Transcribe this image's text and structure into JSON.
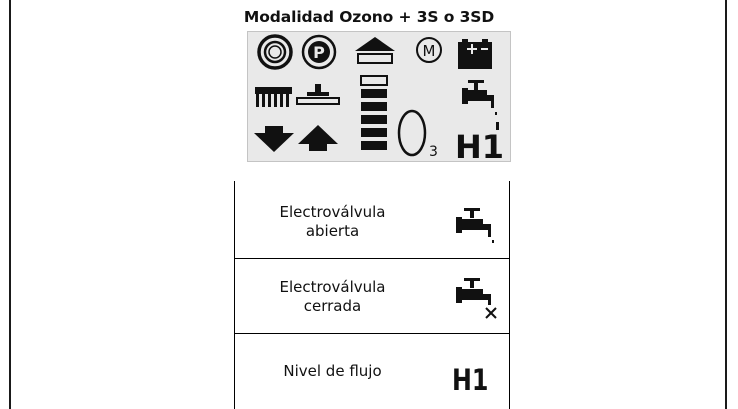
{
  "header": {
    "title": "Modalidad Ozono + 3S o 3SD"
  },
  "display": {
    "ozone_subscript": "3",
    "ozone_letter": "O",
    "flow_code": "H1"
  },
  "legend": {
    "rows": [
      {
        "label_line1": "Electroválvula",
        "label_line2": "abierta",
        "icon": "valve-open-icon"
      },
      {
        "label_line1": "Electroválvula",
        "label_line2": "cerrada",
        "icon": "valve-closed-icon"
      },
      {
        "label": "Nivel de flujo",
        "code": "H1",
        "icon": "flow-level-indicator"
      }
    ]
  }
}
